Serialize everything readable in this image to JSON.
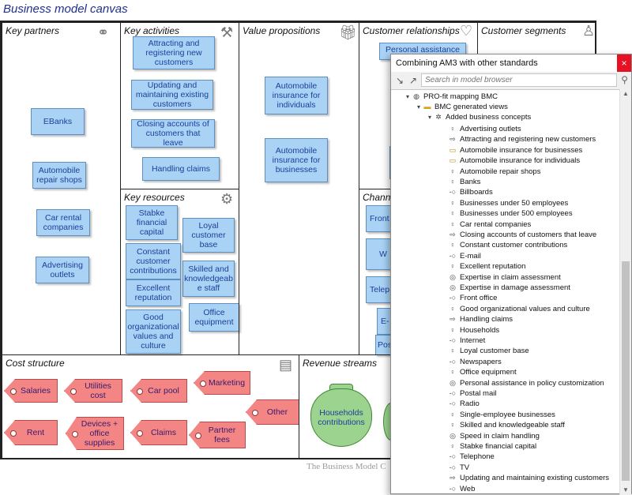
{
  "canvas": {
    "title": "Business model canvas",
    "watermark": "The Business Model C",
    "key_partners": {
      "title": "Key partners",
      "notes": [
        "EBanks",
        "Automobile repair shops",
        "Car rental companies",
        "Advertising outlets"
      ]
    },
    "key_activities": {
      "title": "Key activities",
      "notes": [
        "Attracting and registering new customers",
        "Updating and maintaining existing customers",
        "Closing accounts of customers that leave",
        "Handling claims"
      ]
    },
    "key_resources": {
      "title": "Key resources",
      "notes": [
        "Stabke financial capital",
        "Loyal customer base",
        "Constant customer contributions",
        "Skilled and knowledgeab e staff",
        "Excellent reputation",
        "Office equipment",
        "Good organizational values and culture"
      ]
    },
    "value_propositions": {
      "title": "Value propositions",
      "notes": [
        "Automobile insurance for individuals",
        "Automobile insurance for businesses"
      ]
    },
    "customer_relationships": {
      "title": "Customer relationships",
      "notes": [
        "Personal assistance in"
      ]
    },
    "channels": {
      "title": "Channe",
      "notes": [
        "Front",
        "W",
        "Telep",
        "E-",
        "Pos"
      ]
    },
    "customer_segments": {
      "title": "Customer segments"
    },
    "cost_structure": {
      "title": "Cost structure",
      "tags": [
        "Salaries",
        "Utilities cost",
        "Car pool",
        "Marketing",
        "Other",
        "Rent",
        "Devices + office supplies",
        "Claims",
        "Partner fees"
      ]
    },
    "revenue_streams": {
      "title": "Revenue streams",
      "sacks": [
        "Households contributions"
      ]
    }
  },
  "dialog": {
    "title": "Combining AM3 with other standards",
    "close_label": "×",
    "search_placeholder": "Search in model browser",
    "tree": {
      "root": "PRO-fit mapping BMC",
      "views": "BMC generated views",
      "concepts": "Added business concepts",
      "items": [
        {
          "icon": "actor-icon",
          "label": "Advertising outlets"
        },
        {
          "icon": "process-icon",
          "label": "Attracting and registering new customers"
        },
        {
          "icon": "product-icon",
          "label": "Automobile insurance for businesses"
        },
        {
          "icon": "product-icon",
          "label": "Automobile insurance for individuals"
        },
        {
          "icon": "actor-icon",
          "label": "Automobile repair shops"
        },
        {
          "icon": "actor-icon",
          "label": "Banks"
        },
        {
          "icon": "interface-icon",
          "label": "Billboards"
        },
        {
          "icon": "actor-icon",
          "label": "Businesses under 50 employees"
        },
        {
          "icon": "actor-icon",
          "label": "Businesses under 500 employees"
        },
        {
          "icon": "actor-icon",
          "label": "Car rental companies"
        },
        {
          "icon": "process-icon",
          "label": "Closing accounts of customers that leave"
        },
        {
          "icon": "actor-icon",
          "label": "Constant customer contributions"
        },
        {
          "icon": "interface-icon",
          "label": "E-mail"
        },
        {
          "icon": "actor-icon",
          "label": "Excellent reputation"
        },
        {
          "icon": "capability-icon",
          "label": "Expertise in claim assessment"
        },
        {
          "icon": "capability-icon",
          "label": "Expertise in damage assessment"
        },
        {
          "icon": "interface-icon",
          "label": "Front office"
        },
        {
          "icon": "actor-icon",
          "label": "Good organizational values and culture"
        },
        {
          "icon": "process-icon",
          "label": "Handling claims"
        },
        {
          "icon": "actor-icon",
          "label": "Households"
        },
        {
          "icon": "interface-icon",
          "label": "Internet"
        },
        {
          "icon": "actor-icon",
          "label": "Loyal customer base"
        },
        {
          "icon": "interface-icon",
          "label": "Newspapers"
        },
        {
          "icon": "actor-icon",
          "label": "Office equipment"
        },
        {
          "icon": "capability-icon",
          "label": "Personal assistance in policy customization"
        },
        {
          "icon": "interface-icon",
          "label": "Postal mail"
        },
        {
          "icon": "interface-icon",
          "label": "Radio"
        },
        {
          "icon": "actor-icon",
          "label": "Single-employee businesses"
        },
        {
          "icon": "actor-icon",
          "label": "Skilled and knowledgeable staff"
        },
        {
          "icon": "capability-icon",
          "label": "Speed in claim handling"
        },
        {
          "icon": "actor-icon",
          "label": "Stabke financial capital"
        },
        {
          "icon": "interface-icon",
          "label": "Telephone"
        },
        {
          "icon": "interface-icon",
          "label": "TV"
        },
        {
          "icon": "process-icon",
          "label": "Updating and maintaining existing customers"
        },
        {
          "icon": "interface-icon",
          "label": "Web"
        }
      ]
    }
  },
  "colors": {
    "note_fill": "#a9d2f5",
    "tag_fill": "#f48585",
    "sack_fill": "#9bd38f",
    "title_blue": "#1f2f8f"
  }
}
